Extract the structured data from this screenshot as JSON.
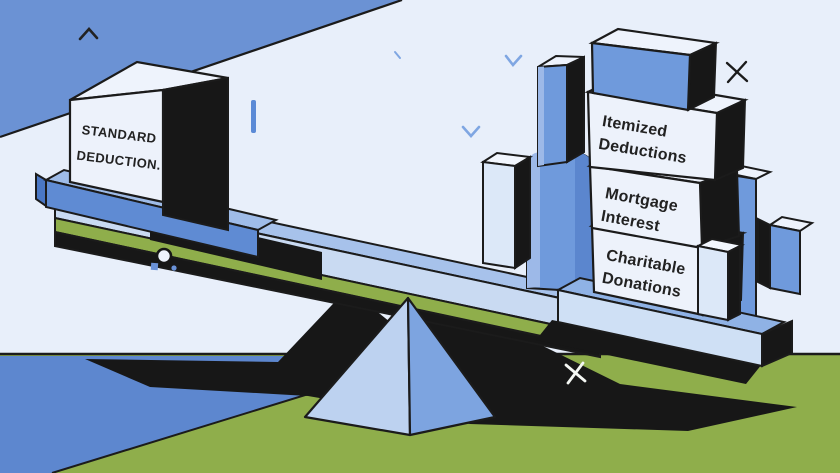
{
  "illustration": {
    "description": "Isometric illustration of a seesaw scale: a single standard-deduction cube raised high on the left, outweighed by a stack of itemized-deduction boxes pressing the right side to the ground.",
    "left_box": {
      "line1": "STANDARD",
      "line2": "DEDUCTION."
    },
    "stack": {
      "boxes": [
        {
          "line1": "Itemized",
          "line2": "Deductions"
        },
        {
          "line1": "Mortgage",
          "line2": "Interest"
        },
        {
          "line1": "Charitable",
          "line2": "Donations"
        }
      ]
    },
    "colors": {
      "sky_blue": "#6b92d4",
      "pale_background": "#e8effa",
      "grass_green": "#8fae4b",
      "cornflower_blue": "#6f9adc",
      "plank_pale_blue": "#c9daf2",
      "plank_top_blue": "#a7c2eb",
      "slab_blue": "#5f8bd3",
      "pond_blue": "#5d87cf",
      "pyramid_light": "#bdd2f0",
      "pyramid_dark": "#7da4e0",
      "box_white": "#edf2fb",
      "ink_black": "#171717",
      "accent_mark_blue": "#7fa6e2"
    }
  }
}
